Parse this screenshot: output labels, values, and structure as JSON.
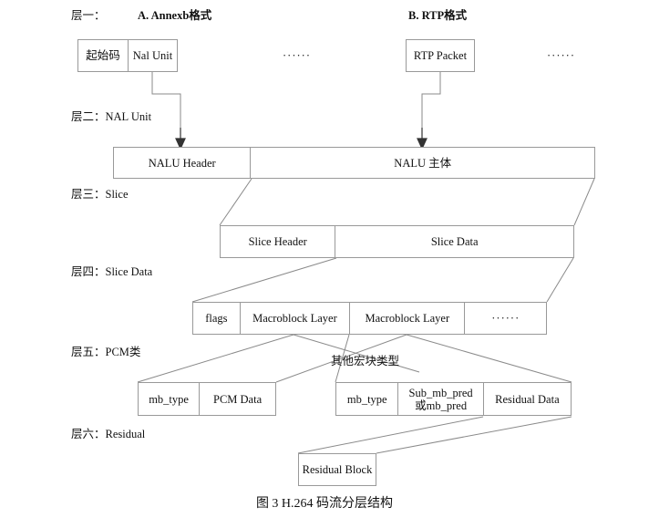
{
  "figure": {
    "caption": "图 3 H.264 码流分层结构"
  },
  "layers": [
    {
      "label": "层一："
    },
    {
      "label": "层二：NAL Unit"
    },
    {
      "label": "层三：Slice"
    },
    {
      "label": "层四：Slice Data"
    },
    {
      "label": "层五：PCM类"
    },
    {
      "label": "层六：Residual"
    }
  ],
  "formats": {
    "annexb_title": "A. Annexb格式",
    "rtp_title": "B. RTP格式",
    "annexb_cells": [
      "起始码",
      "Nal Unit"
    ],
    "rtp_cells": [
      "RTP Packet"
    ],
    "ellipsis_left": "······",
    "ellipsis_right": "······"
  },
  "nal_unit_row": {
    "cells": [
      "NALU Header",
      "NALU 主体"
    ]
  },
  "slice_row": {
    "cells": [
      "Slice Header",
      "Slice Data"
    ]
  },
  "slice_data_row": {
    "cells": [
      "flags",
      "Macroblock Layer",
      "Macroblock Layer",
      "······"
    ]
  },
  "pcm_row": {
    "cells": [
      "mb_type",
      "PCM Data"
    ]
  },
  "other_mb_row": {
    "note": "其他宏块类型",
    "cells": [
      "mb_type",
      "Sub_mb_pred\n或mb_pred",
      "Residual Data"
    ],
    "cell_line1": "Sub_mb_pred",
    "cell_line2": "或mb_pred"
  },
  "residual_row": {
    "cells": [
      "Residual Block"
    ]
  },
  "colors": {
    "box_border": "#999999",
    "connector": "#8a8a8a",
    "arrow": "#333333",
    "text": "#111111",
    "background": "#ffffff"
  }
}
